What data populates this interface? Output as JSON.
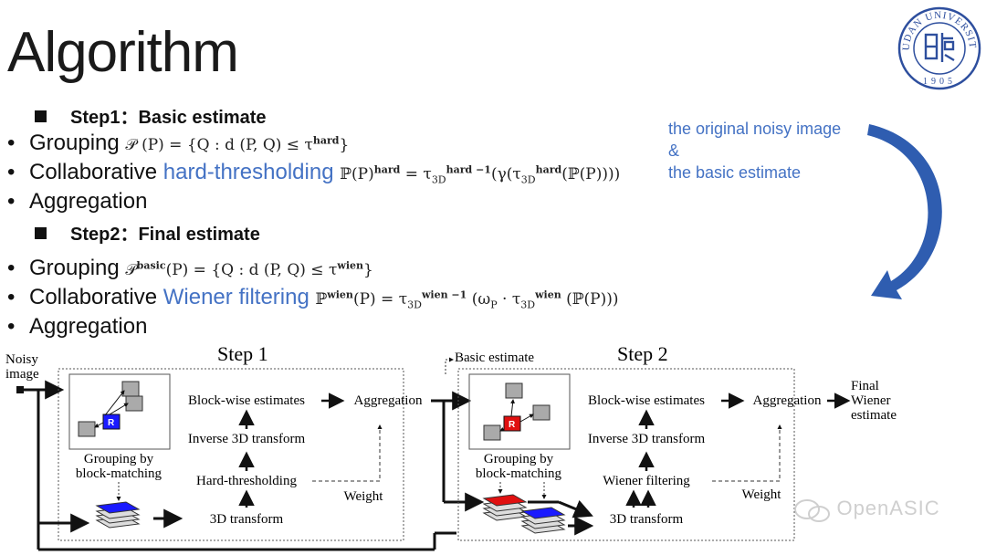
{
  "slide": {
    "title": "Algorithm",
    "step1": {
      "heading": "Step1：Basic estimate",
      "bullets": [
        {
          "label": "Grouping",
          "math": "𝒫 (P) = {Q : d (P, Q) ≤ τʰᵃʳᵈ}"
        },
        {
          "label": "Collaborative",
          "highlight": "hard-thresholding",
          "math": "ℙ(P)ʰᵃʳᵈ = τ₃Dʰᵃʳᵈ⁻¹(γ(τ₃Dʰᵃʳᵈ(ℙ(P))))"
        },
        {
          "label": "Aggregation"
        }
      ]
    },
    "step2": {
      "heading": "Step2：Final estimate",
      "bullets": [
        {
          "label": "Grouping",
          "math": "𝒫ᵇᵃˢⁱᶜ(P) = {Q : d (P, Q) ≤ τʷⁱᵉⁿ}"
        },
        {
          "label": "Collaborative",
          "highlight": "Wiener filtering",
          "math": "ℙʷⁱᵉⁿ(P) = τ₃Dʷⁱᵉⁿ⁻¹ (ωₚ · τ₃Dʷⁱᵉⁿ (ℙ(P)))"
        },
        {
          "label": "Aggregation"
        }
      ]
    },
    "note": {
      "line1": "the original noisy image",
      "line2": "&",
      "line3": "the basic estimate"
    },
    "logo": {
      "text_top": "FUDAN UNIVERSITY",
      "year": "1905"
    },
    "diagram": {
      "noisy_image": [
        "Noisy",
        "image"
      ],
      "basic_estimate": "Basic estimate",
      "step1": {
        "title": "Step 1",
        "block_wise": "Block-wise estimates",
        "aggregation": "Aggregation",
        "inverse": "Inverse 3D transform",
        "filter": "Hard-thresholding",
        "transform": "3D transform",
        "grouping": [
          "Grouping by",
          "block-matching"
        ],
        "weight": "Weight",
        "ref": "R"
      },
      "step2": {
        "title": "Step 2",
        "block_wise": "Block-wise estimates",
        "aggregation": "Aggregation",
        "inverse": "Inverse 3D transform",
        "filter": "Wiener filtering",
        "transform": "3D transform",
        "grouping": [
          "Grouping by",
          "block-matching"
        ],
        "weight": "Weight",
        "ref": "R"
      },
      "final": [
        "Final",
        "Wiener",
        "estimate"
      ]
    },
    "watermark": "OpenASIC",
    "colors": {
      "accent_blue": "#4472c4",
      "arrow_blue": "#2f5db0",
      "ref_blue": "#1a1aff",
      "ref_red": "#e01010"
    }
  }
}
